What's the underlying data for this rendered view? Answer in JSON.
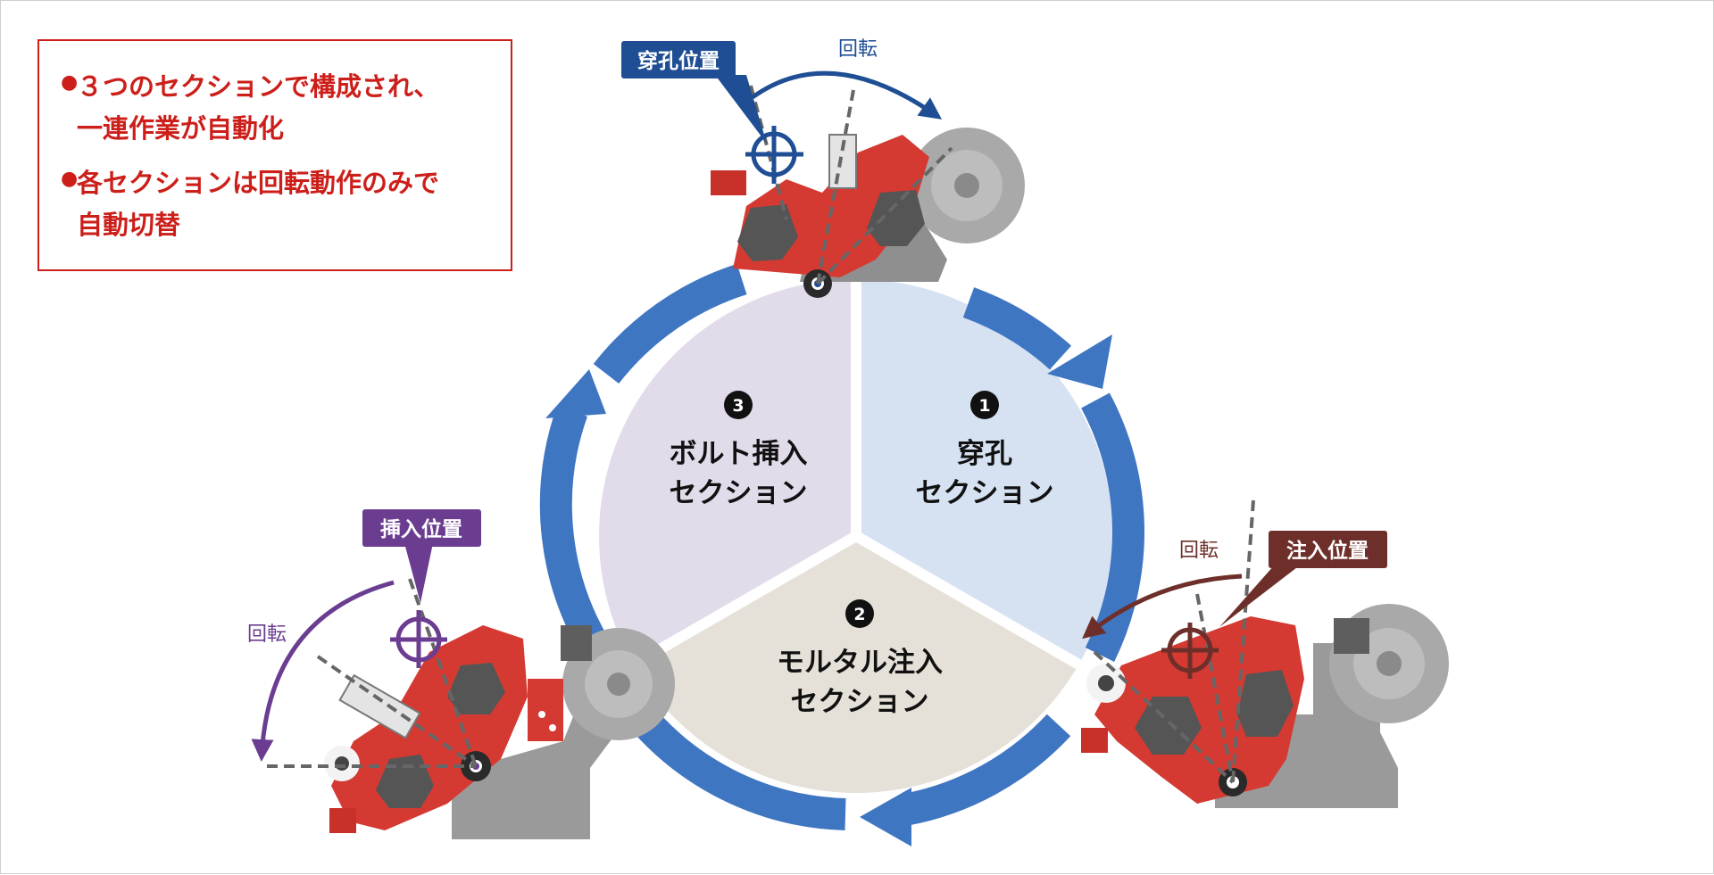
{
  "notes": [
    {
      "bullet": "●",
      "text": "３つのセクションで構成され、\n一連作業が自動化"
    },
    {
      "bullet": "●",
      "text": "各セクションは回転動作のみで\n自動切替"
    }
  ],
  "sections": [
    {
      "num": "❶",
      "line1": "穿孔",
      "line2": "セクション",
      "fill": "#d6e2f2"
    },
    {
      "num": "❷",
      "line1": "モルタル注入",
      "line2": "セクション",
      "fill": "#e6e1d8"
    },
    {
      "num": "❸",
      "line1": "ボルト挿入",
      "line2": "セクション",
      "fill": "#e2dcea"
    }
  ],
  "callouts": {
    "drill": {
      "label": "穿孔位置",
      "color": "#1f4e94"
    },
    "inject": {
      "label": "注入位置",
      "color": "#6e2f2a"
    },
    "insert": {
      "label": "挿入位置",
      "color": "#6b3d91"
    }
  },
  "rotation_labels": {
    "top": "回転",
    "right": "回転",
    "left": "回転"
  },
  "colors": {
    "accent_red": "#cc1f1a",
    "ring_blue": "#3f76c2",
    "machine_red": "#d43a32",
    "machine_gray": "#9d9d9d"
  }
}
